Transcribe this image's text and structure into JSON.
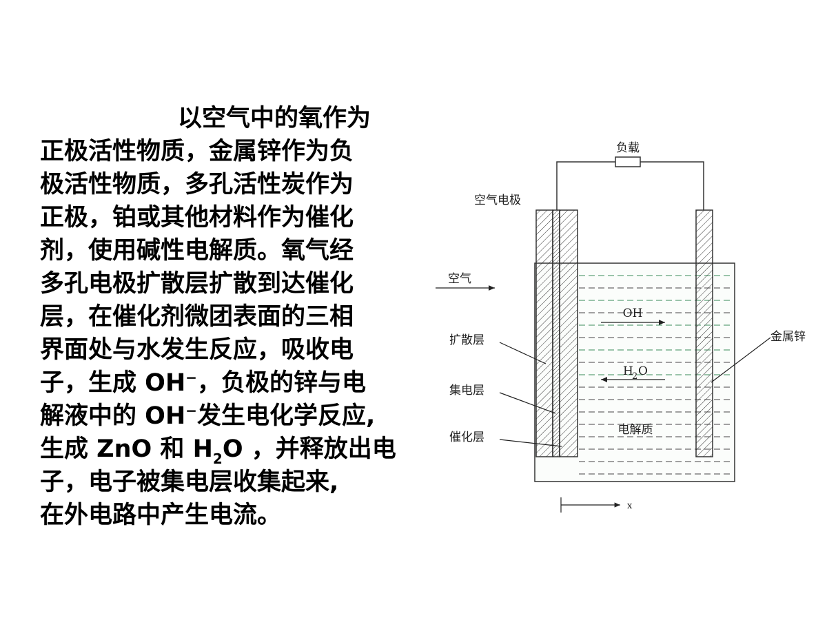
{
  "paragraph": {
    "line1": "以空气中的氧作为",
    "line2": "正极活性物质，金属锌作为负",
    "line3": "极活性物质，多孔活性炭作为",
    "line4": "正极，铂或其他材料作为催化",
    "line5": "剂，使用碱性电解质。氧气经",
    "line6": "多孔电极扩散层扩散到达催化",
    "line7": "层，在催化剂微团表面的三相",
    "line8": "界面处与水发生反应，吸收电",
    "line9_a": "子，生成 OH",
    "line9_sup": "−",
    "line9_b": "，负极的锌与电",
    "line10_a": "解液中的 OH",
    "line10_sup": "−",
    "line10_b": "发生电化学反应,",
    "line11_a": "生成 ZnO 和 H",
    "line11_sub": "2",
    "line11_b": "O ，并释放出电",
    "line12": "子，电子被集电层收集起来,",
    "line13": "在外电路中产生电流。"
  },
  "diagram": {
    "load": "负载",
    "air_electrode": "空气电极",
    "air": "空气",
    "oh": "OH",
    "h2o_h": "H",
    "h2o_sub": "2",
    "h2o_o": "O",
    "diffusion_layer": "扩散层",
    "collector_layer": "集电层",
    "catalyst_layer": "催化层",
    "electrolyte": "电解质",
    "metal_zinc": "金属锌",
    "x_axis": "x"
  }
}
